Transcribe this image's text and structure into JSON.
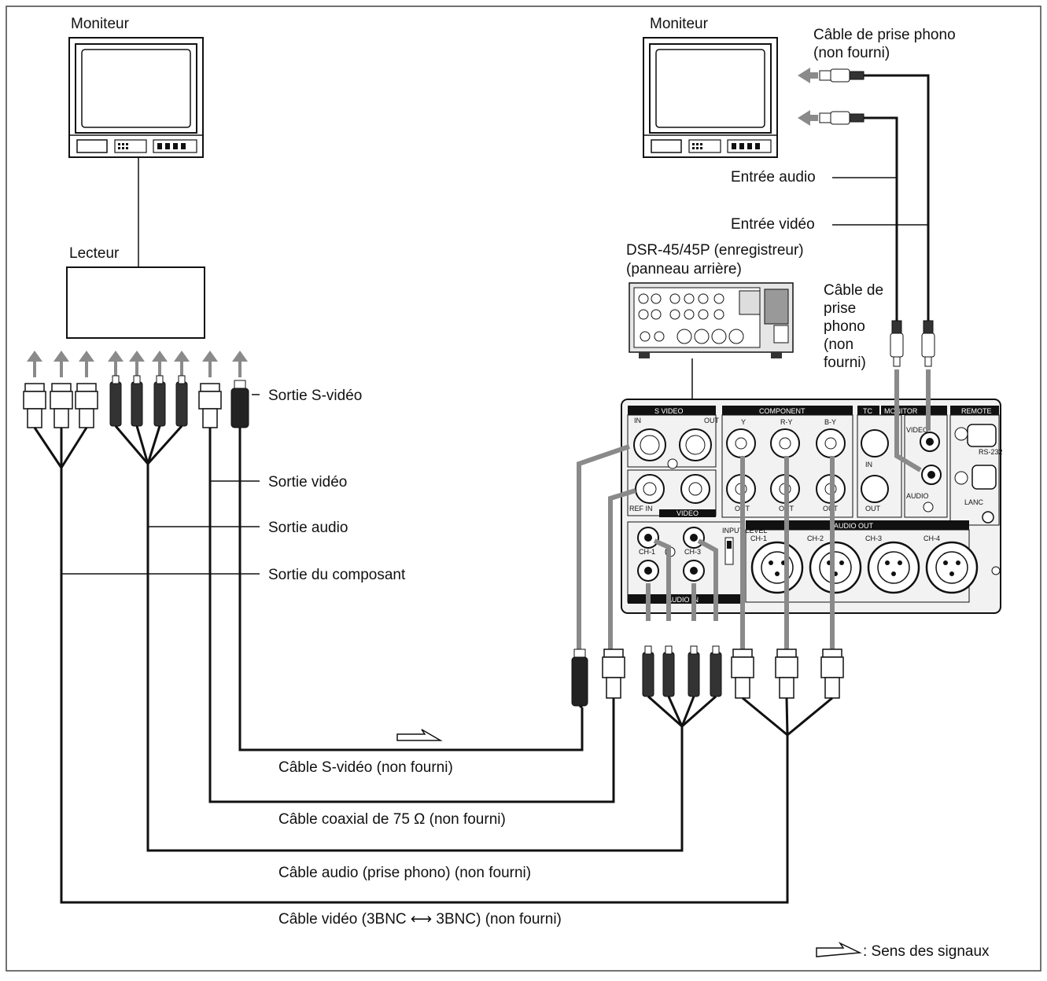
{
  "labels": {
    "monitor_left": "Moniteur",
    "monitor_right": "Moniteur",
    "player": "Lecteur",
    "recorder_line1": "DSR-45/45P (enregistreur)",
    "recorder_line2": "(panneau arrière)",
    "phono_cable_top_line1": "Câble de prise phono",
    "phono_cable_top_line2": "(non fourni)",
    "audio_input": "Entrée audio",
    "video_input": "Entrée vidéo",
    "phono_cable_mid": [
      "Câble de",
      "prise",
      "phono",
      "(non",
      "fourni)"
    ],
    "s_video_out": "Sortie S-vidéo",
    "video_out": "Sortie vidéo",
    "audio_out": "Sortie audio",
    "component_out": "Sortie du composant",
    "cable_s_video": "Câble S-vidéo (non fourni)",
    "cable_coax": "Câble coaxial de 75 Ω (non fourni)",
    "cable_audio": "Câble audio (prise phono) (non fourni)",
    "cable_video": "Câble vidéo (3BNC ⟷ 3BNC) (non fourni)",
    "legend": ": Sens des signaux"
  },
  "panel": {
    "s_video": "S VIDEO",
    "component": "COMPONENT",
    "tc": "TC",
    "monitor": "MONITOR",
    "remote": "REMOTE",
    "video": "VIDEO",
    "audio_out": "AUDIO OUT",
    "audio_in": "AUDIO IN",
    "in": "IN",
    "out": "OUT",
    "ref_in": "REF IN",
    "y": "Y",
    "r_y": "R-Y",
    "b_y": "B-Y",
    "rs232": "RS-232",
    "lanc": "LANC",
    "ch1": "CH-1",
    "ch2": "CH-2",
    "ch3": "CH-3",
    "ch4": "CH-4",
    "monitor_video": "VIDEO",
    "monitor_audio": "AUDIO",
    "input_level": "INPUT LEVEL"
  }
}
